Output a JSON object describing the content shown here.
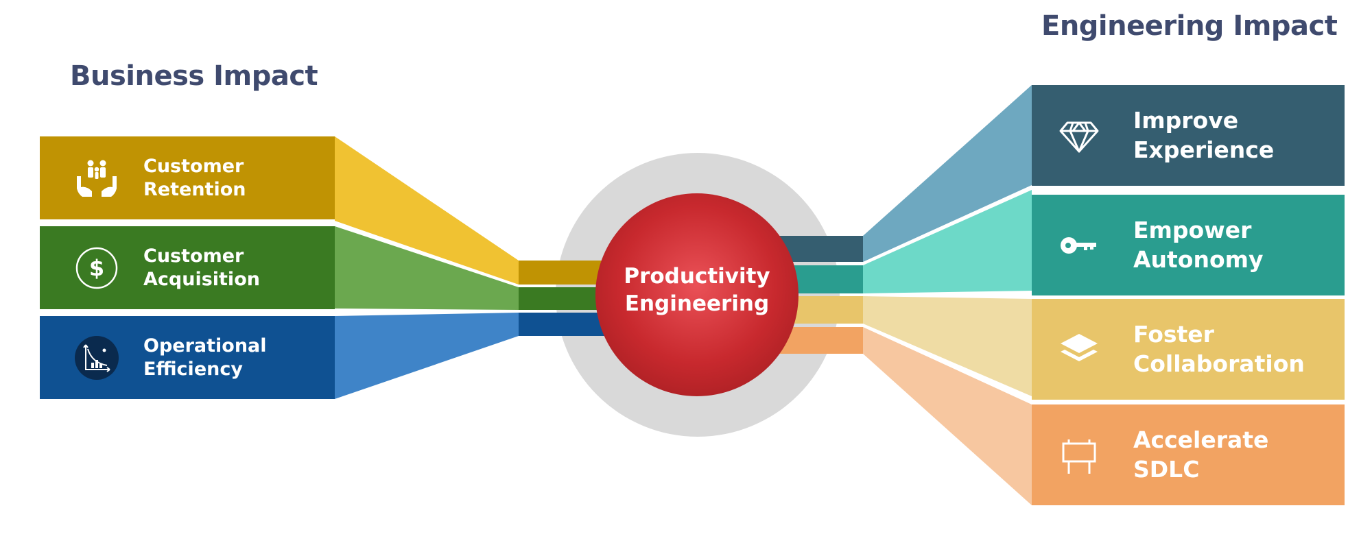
{
  "business": {
    "heading": "Business Impact",
    "items": [
      {
        "label": "Customer\nRetention",
        "icon": "family-hands-icon",
        "color": "#c09303",
        "fan_color": "#f0c232"
      },
      {
        "label": "Customer\nAcquisition",
        "icon": "dollar-coin-icon",
        "color": "#3a7a22",
        "fan_color": "#6ba84f"
      },
      {
        "label": "Operational\nEfficiency",
        "icon": "efficiency-chart-icon",
        "color": "#0f5192",
        "fan_color": "#3f84c8"
      }
    ]
  },
  "engineering": {
    "heading": "Engineering Impact",
    "items": [
      {
        "label": "Improve\nExperience",
        "icon": "diamond-icon",
        "color": "#355e70",
        "fan_color": "#6ea8c0"
      },
      {
        "label": "Empower\nAutonomy",
        "icon": "key-icon",
        "color": "#2a9d8f",
        "fan_color": "#6dd9c8"
      },
      {
        "label": "Foster\nCollaboration",
        "icon": "layers-icon",
        "color": "#e8c56a",
        "fan_color": "#efdca4"
      },
      {
        "label": "Accelerate\nSDLC",
        "icon": "billboard-icon",
        "color": "#f2a362",
        "fan_color": "#f7c7a0"
      }
    ]
  },
  "center": {
    "label": "Productivity\nEngineering",
    "color": "#c8292e",
    "ring_color": "#d9d9d9"
  }
}
